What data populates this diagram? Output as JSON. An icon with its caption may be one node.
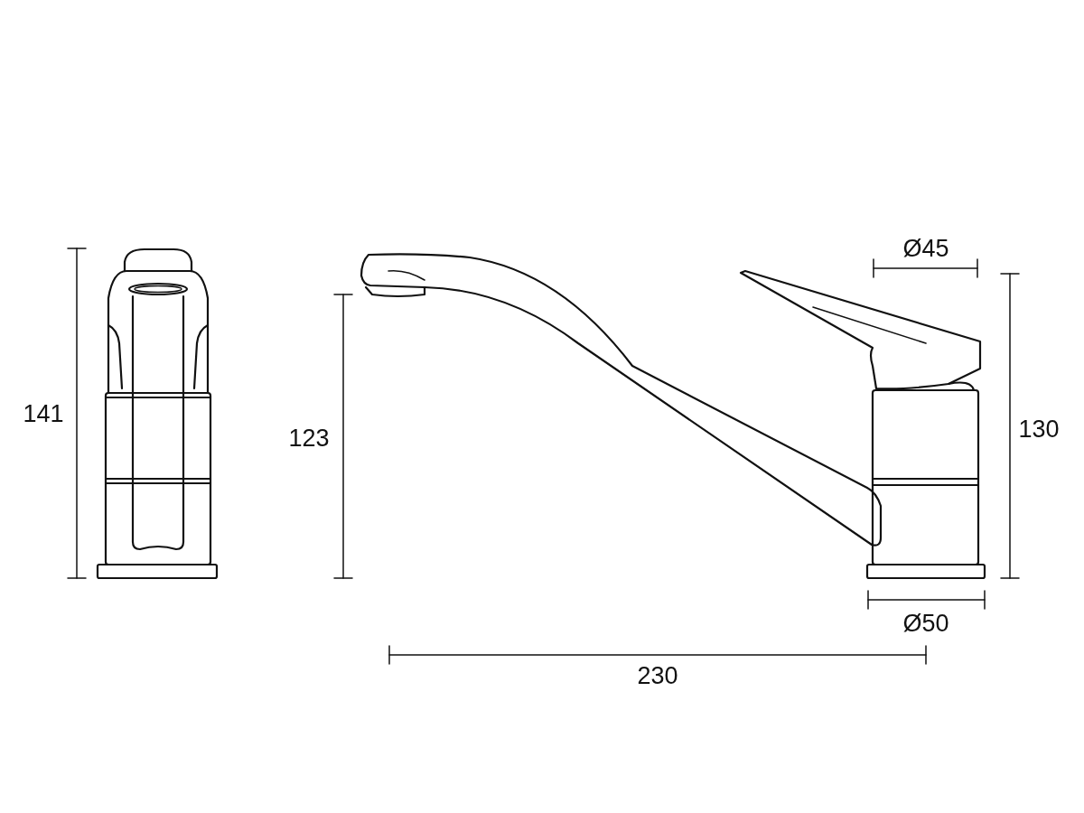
{
  "diagram": {
    "labels": [
      "Ø45",
      "141",
      "130",
      "123",
      "Ø50",
      "230"
    ]
  }
}
